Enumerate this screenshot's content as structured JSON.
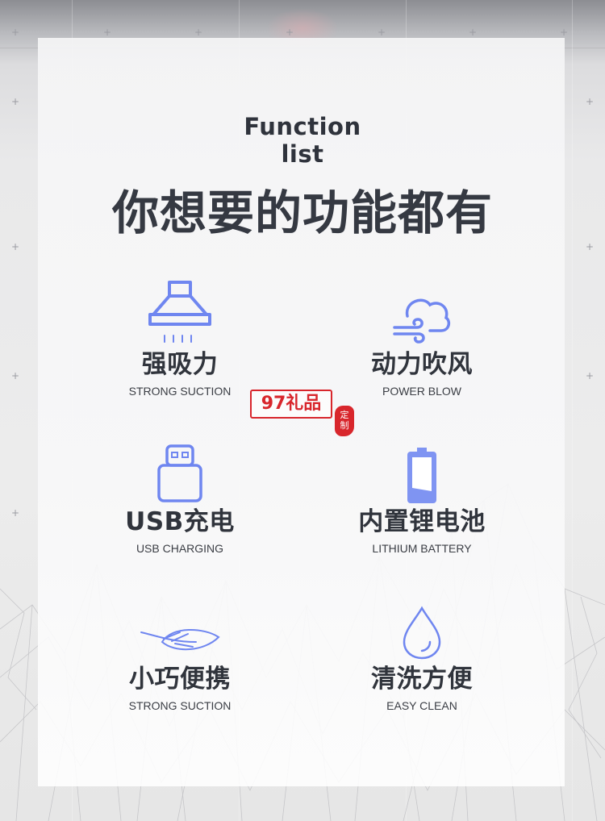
{
  "header": {
    "title_en_line1": "Function",
    "title_en_line2": "list",
    "title_cn": "你想要的功能都有"
  },
  "colors": {
    "icon_accent": "#6f86f0",
    "text_dark": "#30343c",
    "brand_red": "#d8262c"
  },
  "features": [
    {
      "icon": "range-hood-suction-icon",
      "title_cn": "强吸力",
      "title_en": "STRONG SUCTION"
    },
    {
      "icon": "cloud-wind-icon",
      "title_cn": "动力吹风",
      "title_en": "POWER BLOW"
    },
    {
      "icon": "usb-plug-icon",
      "title_cn": "USB充电",
      "title_en": "USB CHARGING"
    },
    {
      "icon": "battery-icon",
      "title_cn": "内置锂电池",
      "title_en": "LITHIUM BATTERY"
    },
    {
      "icon": "leaf-icon",
      "title_cn": "小巧便携",
      "title_en": "STRONG SUCTION"
    },
    {
      "icon": "water-drop-icon",
      "title_cn": "清洗方便",
      "title_en": "EASY CLEAN"
    }
  ],
  "watermark": {
    "logo_text": "97礼品",
    "seal_line1": "定",
    "seal_line2": "制"
  }
}
